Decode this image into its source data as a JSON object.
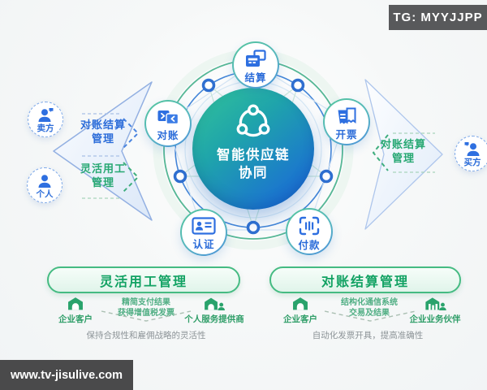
{
  "badge": {
    "label": "TG: MYYJJPP"
  },
  "watermark": {
    "label": "www.tv-jisulive.com"
  },
  "hub": {
    "title_line1": "智能供应链",
    "title_line2": "协同"
  },
  "nodes": [
    {
      "label": "结算",
      "icon": "pos-terminal-icon"
    },
    {
      "label": "对账",
      "icon": "folders-sync-icon"
    },
    {
      "label": "开票",
      "icon": "invoice-icon"
    },
    {
      "label": "认证",
      "icon": "id-card-icon"
    },
    {
      "label": "付款",
      "icon": "scan-pay-icon"
    }
  ],
  "actors": [
    {
      "label": "卖方"
    },
    {
      "label": "个人"
    },
    {
      "label": "买方"
    }
  ],
  "flows": {
    "left": [
      {
        "line1": "对账结算",
        "line2": "管理"
      },
      {
        "line1": "灵活用工",
        "line2": "管理"
      }
    ],
    "right": {
      "line1": "对账结算",
      "line2": "管理"
    }
  },
  "panels": [
    {
      "title": "灵活用工管理",
      "left_entity": "企业客户",
      "flow_line1": "精简支付结果",
      "flow_line2": "获得增值税发票",
      "right_entity": "个人服务提供商",
      "caption": "保持合规性和雇佣战略的灵活性"
    },
    {
      "title": "对账结算管理",
      "left_entity": "企业客户",
      "flow_line1": "结构化通信系统",
      "flow_line2": "交易及结果",
      "right_entity": "企业业务伙伴",
      "caption": "自动化发票开具，提高准确性"
    }
  ],
  "colors": {
    "hub_gradient_start": "#2dbd99",
    "hub_gradient_end": "#1668cf",
    "node_accent": "#2b6cd9",
    "green_accent": "#27a873",
    "panel_border": "#45bb82",
    "badge_bg": "#58595b",
    "watermark_bg": "#4a4a4b"
  }
}
